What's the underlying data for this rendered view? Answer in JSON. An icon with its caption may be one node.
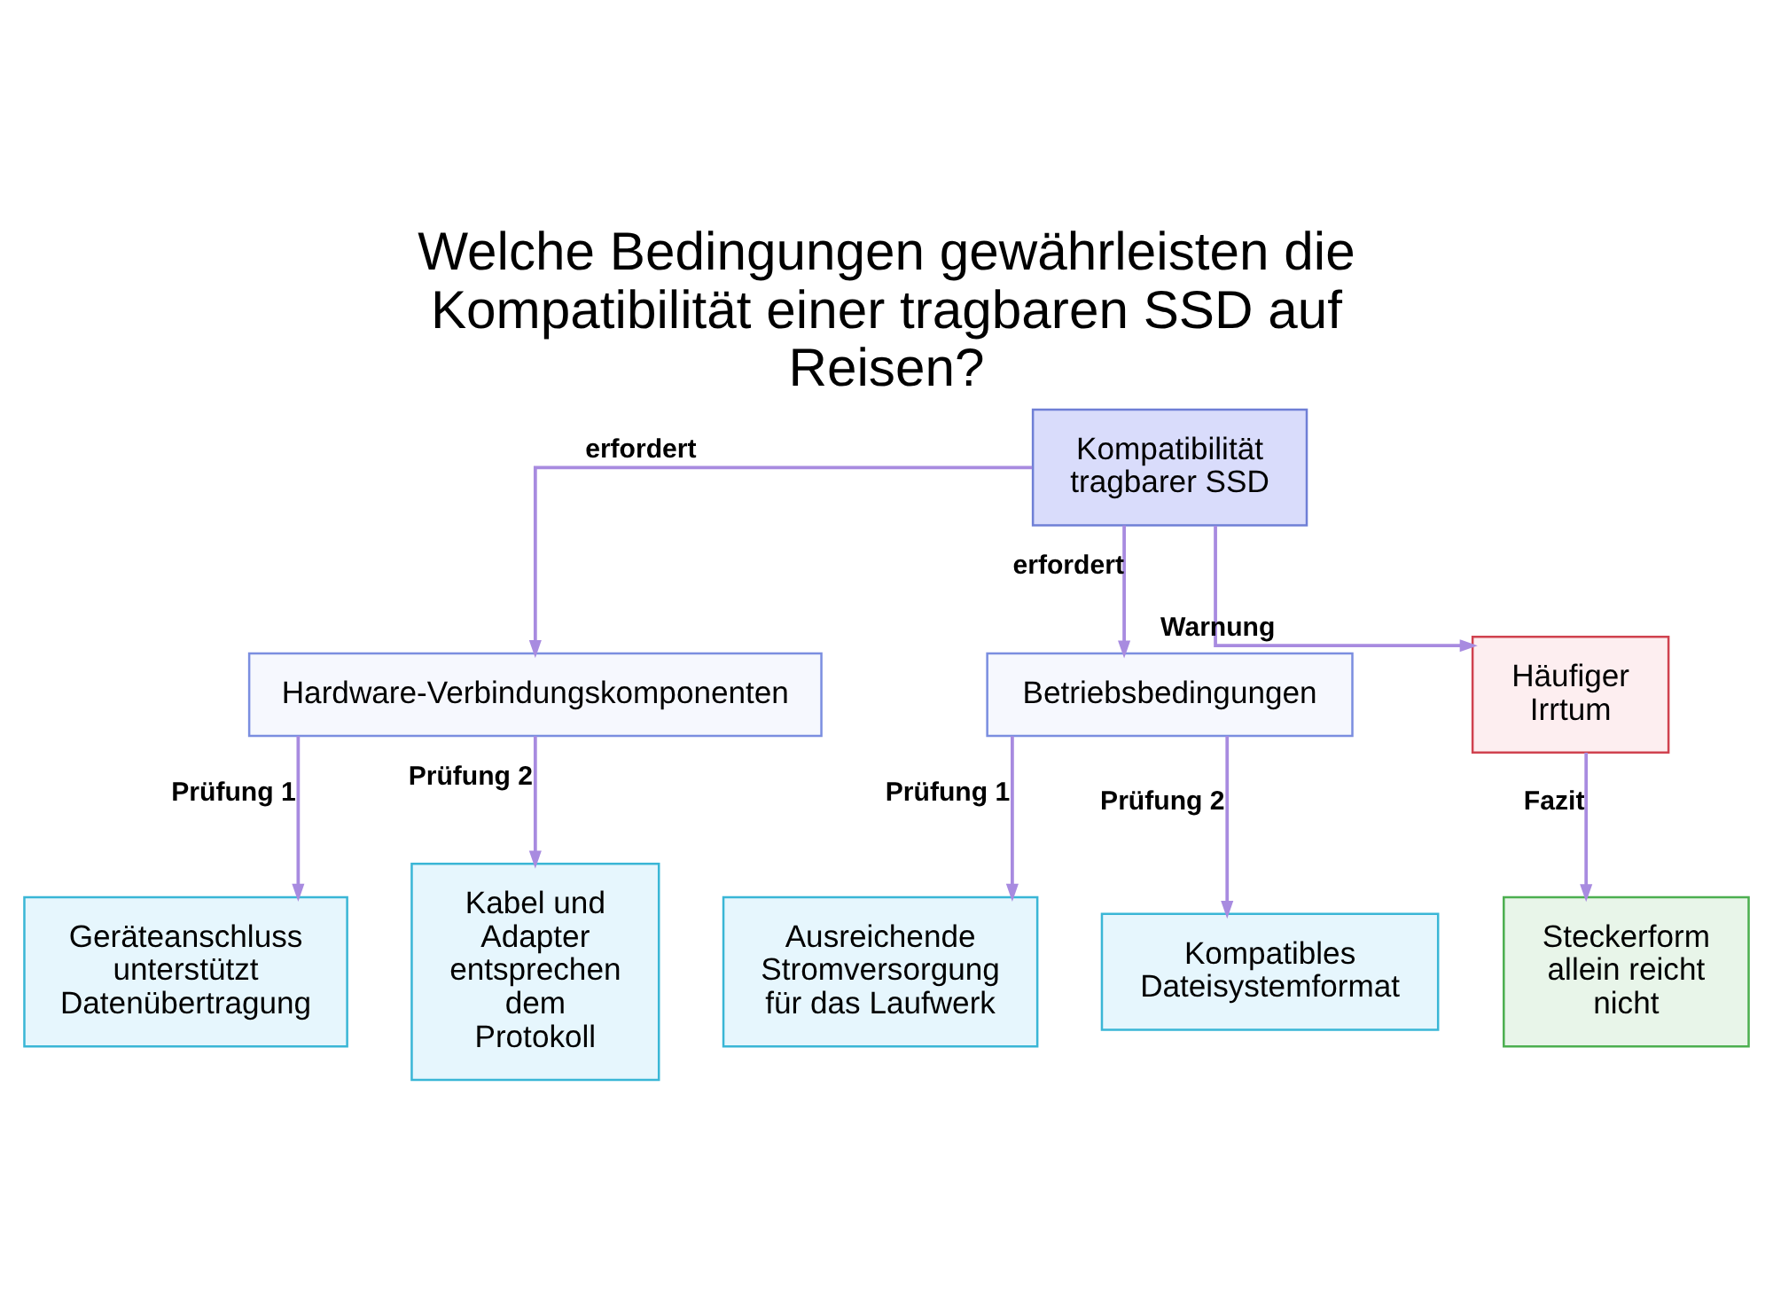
{
  "diagram": {
    "title": "Welche Bedingungen gewährleisten die Kompatibilität einer tragbaren SSD auf Reisen?",
    "nodes": [
      {
        "text": [
          "Kompatibilität tragbarer SSD"
        ]
      },
      {
        "text": [
          "Hardware-Verbindungskomponenten"
        ]
      },
      {
        "text": [
          "Betriebsbedingungen"
        ]
      },
      {
        "text": [
          "Häufiger Irrtum"
        ]
      },
      {
        "text": [
          "Geräteanschluss unterstützt Datenübertragung"
        ]
      },
      {
        "text": [
          "Kabel und Adapter entsprechen dem Protokoll"
        ]
      },
      {
        "text": [
          "Ausreichende Stromversorgung für das Laufwerk"
        ]
      },
      {
        "text": [
          "Kompatibles Dateisystemformat"
        ]
      },
      {
        "text": [
          "Steckerform allein reicht nicht"
        ]
      }
    ],
    "edges": [
      {
        "from": 0,
        "to": 1,
        "arrow": "to",
        "label": "erfordert"
      },
      {
        "from": 0,
        "to": 2,
        "arrow": "to",
        "label": "erfordert"
      },
      {
        "from": 0,
        "to": 3,
        "arrow": "to",
        "label": "Warnung"
      },
      {
        "from": 1,
        "to": 4,
        "arrow": "to",
        "label": "Prüfung 1"
      },
      {
        "from": 1,
        "to": 5,
        "arrow": "to",
        "label": "Prüfung 2"
      },
      {
        "from": 2,
        "to": 6,
        "arrow": "to",
        "label": "Prüfung 1"
      },
      {
        "from": 2,
        "to": 7,
        "arrow": "to",
        "label": "Prüfung 2"
      },
      {
        "from": 3,
        "to": 8,
        "arrow": "to",
        "label": "Fazit"
      }
    ]
  }
}
